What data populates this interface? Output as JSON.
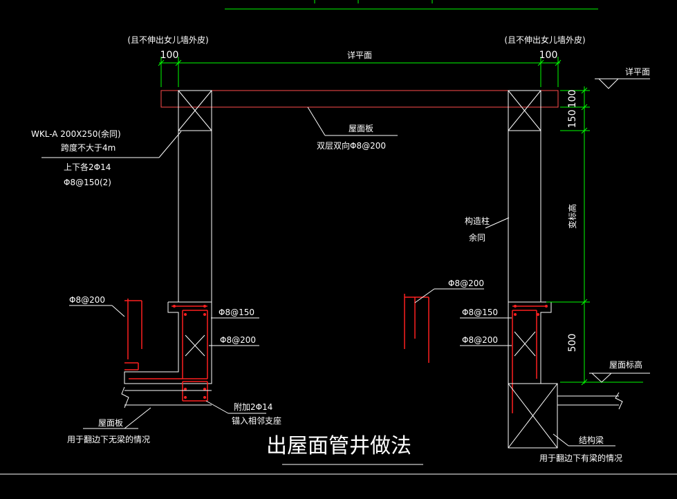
{
  "colors": {
    "background": "#000000",
    "concrete_outline": "#ffffff",
    "slab_outline": "#ff4d4d",
    "rebar": "#ff2020",
    "dimension": "#00ff00",
    "text": "#ffffff"
  },
  "dimensions": {
    "left_note": "(且不伸出女儿墙外皮)",
    "right_note": "(且不伸出女儿墙外皮)",
    "left_100": "100",
    "right_100": "100",
    "span": "详平面",
    "v_100": "100",
    "v_150": "150",
    "v_variable": "变标高",
    "v_500": "500"
  },
  "labels": {
    "elev_top": "详平面",
    "beam_line1": "WKL-A 200X250(余同)",
    "beam_line2": "跨度不大于4m",
    "beam_line3": "上下各2Φ14",
    "beam_line4": "Φ8@150(2)",
    "slab_line1": "屋面板",
    "slab_line2": "双层双向Φ8@200",
    "gzz_line1": "构造柱",
    "gzz_line2": "余同",
    "left_phi8_200": "Φ8@200",
    "left_phi8_150": "Φ8@150",
    "left_phi8_200_b": "Φ8@200",
    "right_phi8_200": "Φ8@200",
    "right_phi8_150": "Φ8@150",
    "right_phi8_200_b": "Φ8@200",
    "add_line1": "附加2Φ14",
    "add_line2": "锚入相邻支座",
    "roof_left_1": "屋面板",
    "roof_left_2": "用于翻边下无梁的情况",
    "roof_elev": "屋面标高",
    "struct_beam_1": "结构梁",
    "struct_beam_2": "用于翻边下有梁的情况",
    "title": "出屋面管井做法"
  }
}
